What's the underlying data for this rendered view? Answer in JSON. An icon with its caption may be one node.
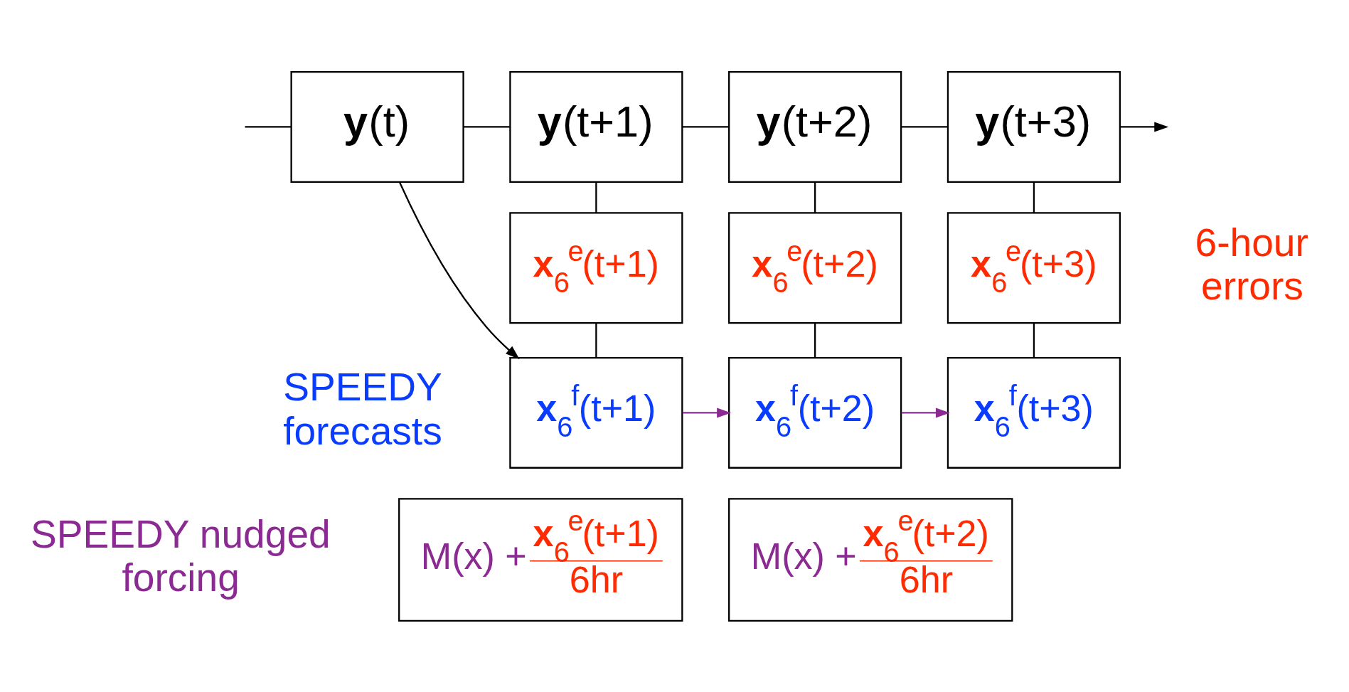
{
  "diagram": {
    "nodes": [
      {
        "text": [
          "**y**(t)"
        ]
      },
      {
        "text": [
          "**y**(t+1)"
        ]
      },
      {
        "text": [
          "**y**(t+2)"
        ]
      },
      {
        "text": [
          "**y**(t+3)"
        ]
      },
      {
        "text": [
          "**x**$_{6}$$^{e}$(t+1)"
        ]
      },
      {
        "text": [
          "**x**$_{6}$$^{e}$(t+2)"
        ]
      },
      {
        "text": [
          "**x**$_{6}$$^{e}$(t+3)"
        ]
      },
      {
        "text": [
          "**x**$_{6}$$^{f}$(t+1)"
        ]
      },
      {
        "text": [
          "**x**$_{6}$$^{f}$(t+2)"
        ]
      },
      {
        "text": [
          "**x**$_{6}$$^{f}$(t+3)"
        ]
      },
      {
        "text": [
          "M(x) +",
          "**x**$_{6}$$^{e}$(t+1)",
          "6hr"
        ]
      },
      {
        "text": [
          "M(x) +",
          "**x**$_{6}$$^{e}$(t+2)",
          "6hr"
        ]
      }
    ],
    "edges": [
      {
        "from": null,
        "to": 0,
        "arrow": "none"
      },
      {
        "from": 0,
        "to": 1,
        "arrow": "none"
      },
      {
        "from": 1,
        "to": 2,
        "arrow": "none"
      },
      {
        "from": 2,
        "to": 3,
        "arrow": "none"
      },
      {
        "from": 3,
        "to": null,
        "arrow": "to"
      },
      {
        "from": 0,
        "to": 7,
        "arrow": "to"
      },
      {
        "from": 1,
        "to": 4,
        "arrow": "none"
      },
      {
        "from": 4,
        "to": 7,
        "arrow": "none"
      },
      {
        "from": 2,
        "to": 5,
        "arrow": "none"
      },
      {
        "from": 5,
        "to": 8,
        "arrow": "none"
      },
      {
        "from": 3,
        "to": 6,
        "arrow": "none"
      },
      {
        "from": 6,
        "to": 9,
        "arrow": "none"
      },
      {
        "from": 7,
        "to": 8,
        "arrow": "to",
        "color": "#8b2a92"
      },
      {
        "from": 8,
        "to": 9,
        "arrow": "to",
        "color": "#8b2a92"
      }
    ],
    "labels": [
      "6-hour errors",
      "SPEEDY forecasts",
      "SPEEDY nudged forcing"
    ]
  }
}
